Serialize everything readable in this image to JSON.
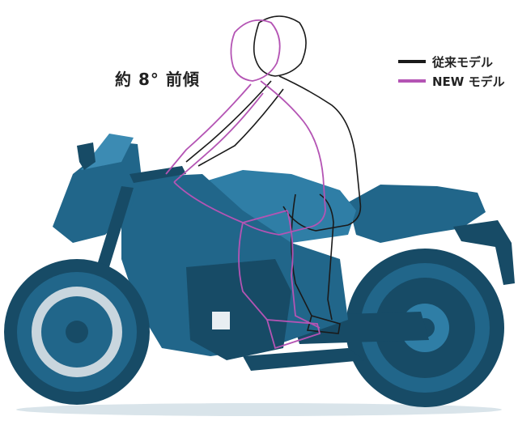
{
  "caption": "約 8° 前傾",
  "legend": [
    {
      "label": "従来モデル",
      "color": "#1a1a1a"
    },
    {
      "label": "NEW モデル",
      "color": "#b454b4"
    }
  ],
  "colors": {
    "bike_body": "#21668a",
    "bike_dark": "#174b66",
    "bike_light": "#2f7ea6",
    "rider_old": "#1a1a1a",
    "rider_new": "#b454b4"
  }
}
